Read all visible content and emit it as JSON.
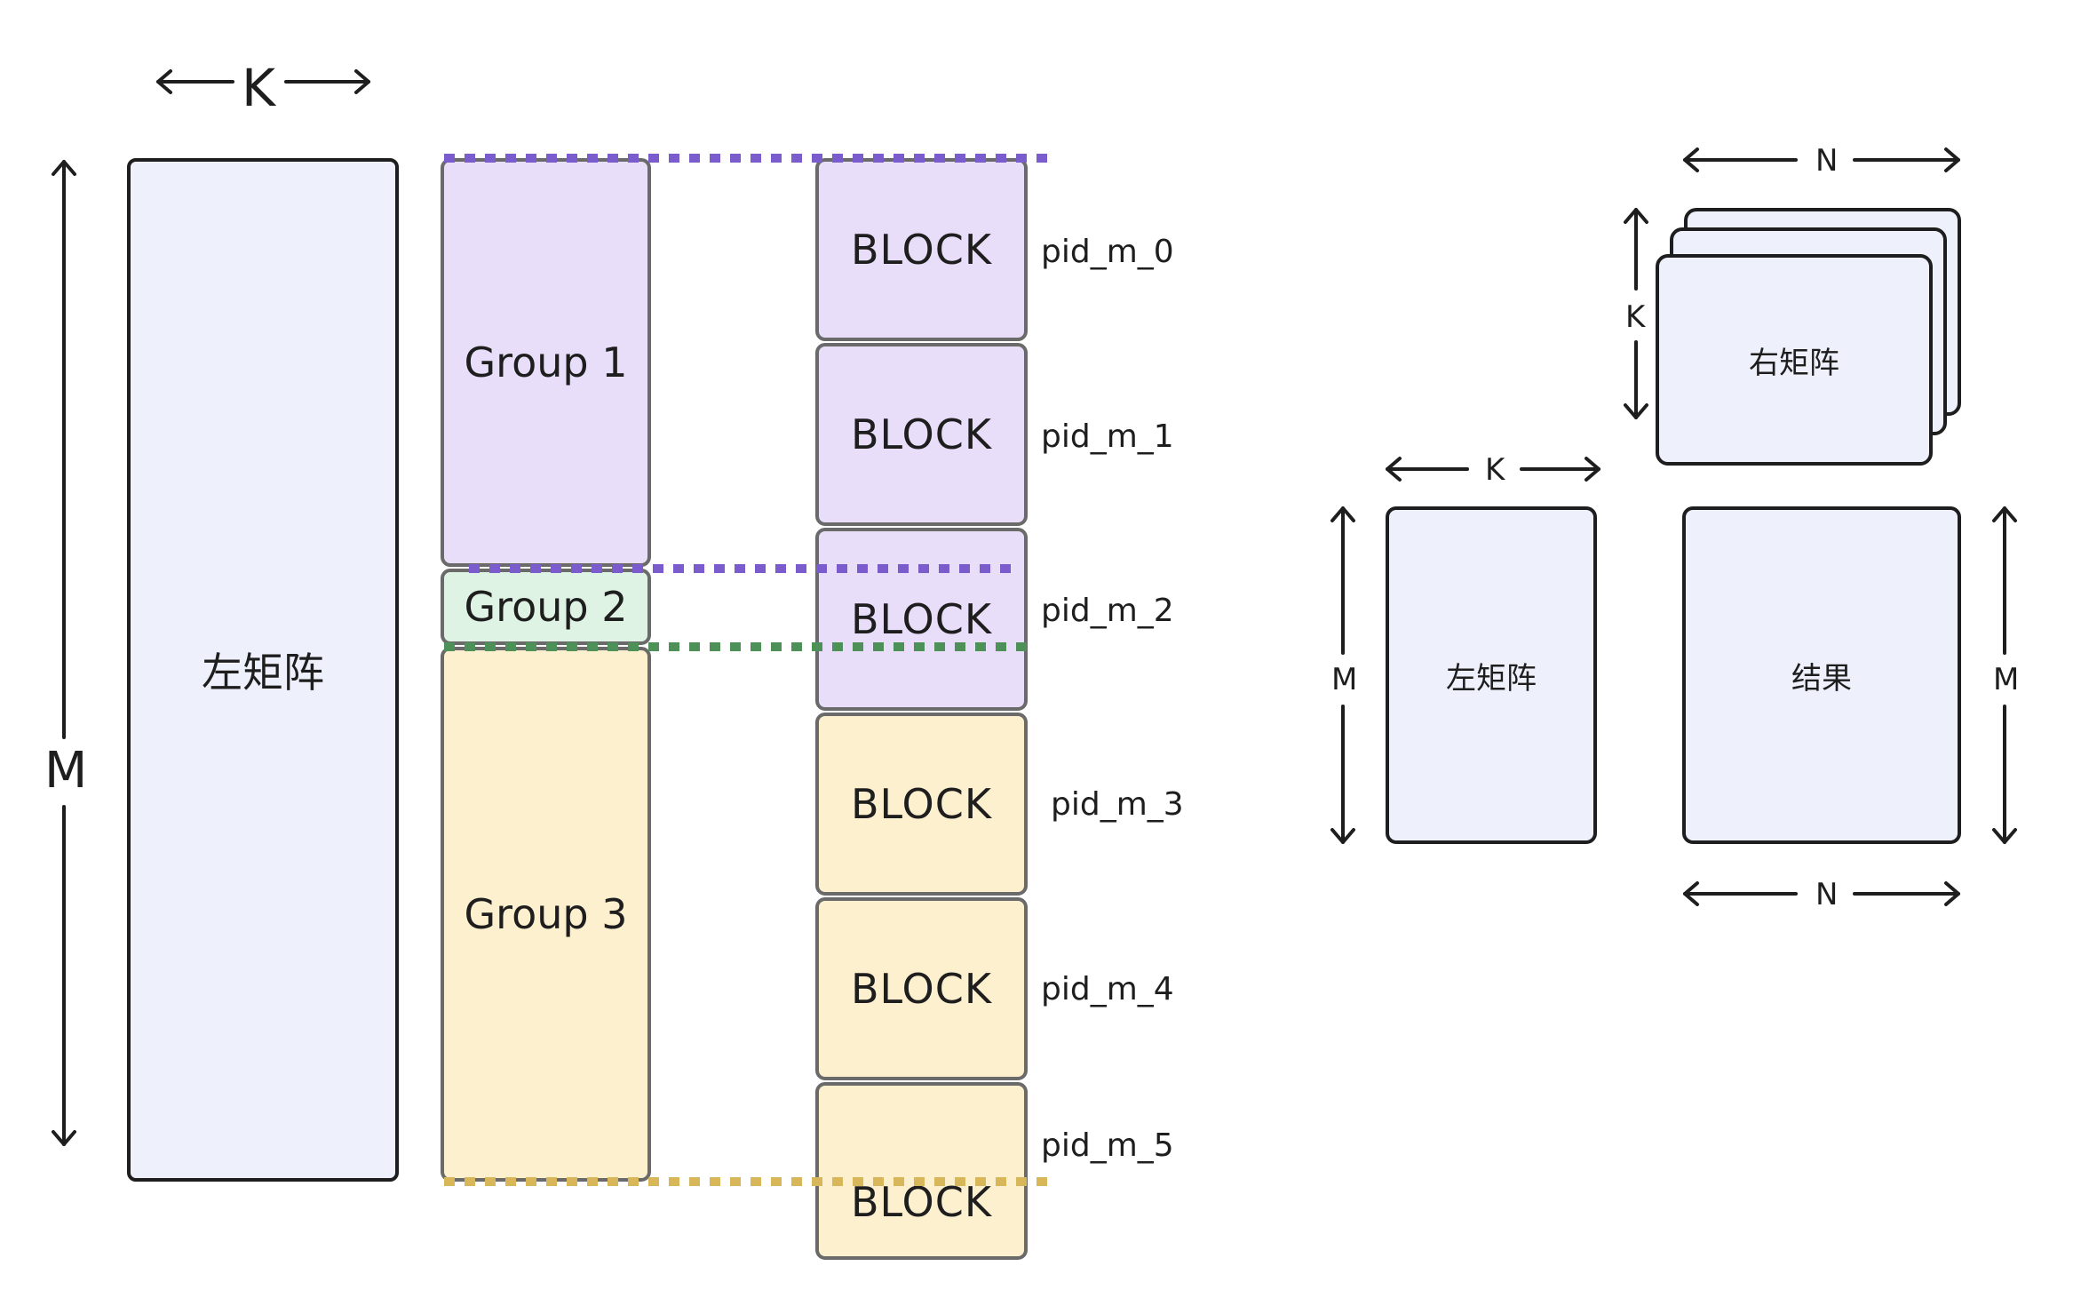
{
  "colors": {
    "matrix_fill": "#eef1fc",
    "group1_fill": "#e8defa",
    "group2_fill": "#dff3e4",
    "group3_fill": "#fdf0cf",
    "group1_line": "#7a5ccc",
    "group2_line": "#4e9158",
    "group3_line": "#d8b65a",
    "stroke": "#1e1e1e",
    "block_stroke": "#6a6a6a"
  },
  "left": {
    "k_label": "K",
    "m_label": "M",
    "matrix_label": "左矩阵"
  },
  "groups": [
    {
      "label": "Group 1"
    },
    {
      "label": "Group 2"
    },
    {
      "label": "Group 3"
    }
  ],
  "blocks": [
    {
      "label": "BLOCK",
      "pid": "pid_m_0"
    },
    {
      "label": "BLOCK",
      "pid": "pid_m_1"
    },
    {
      "label": "BLOCK",
      "pid": "pid_m_2"
    },
    {
      "label": "BLOCK",
      "pid": "pid_m_3"
    },
    {
      "label": "BLOCK",
      "pid": "pid_m_4"
    },
    {
      "label": "BLOCK",
      "pid": "pid_m_5"
    }
  ],
  "right": {
    "right_matrix_label": "右矩阵",
    "left_matrix_label": "左矩阵",
    "result_label": "结果",
    "n_top": "N",
    "n_bottom": "N",
    "k_right": "K",
    "k_left": "K",
    "m_left": "M",
    "m_right": "M"
  }
}
